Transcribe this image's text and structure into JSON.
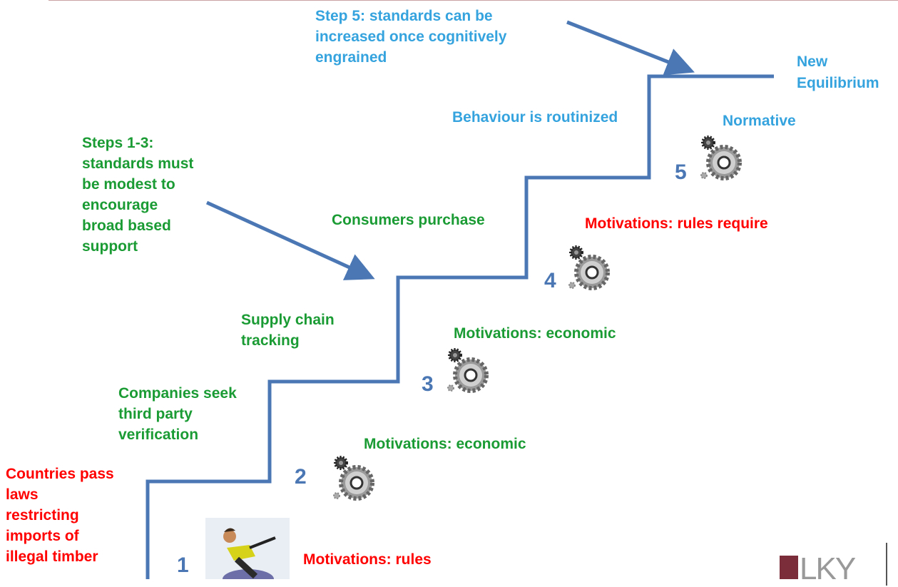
{
  "labels": {
    "step5": [
      "Step 5: standards can be",
      "increased once cognitively",
      "engrained"
    ],
    "new_equilibrium": [
      "New",
      "Equilibrium"
    ],
    "behaviour": "Behaviour is routinized",
    "normative": "Normative",
    "steps13": [
      "Steps 1-3:",
      "standards must",
      "be modest to",
      "encourage",
      "broad based",
      "support"
    ],
    "consumers": "Consumers purchase",
    "motivations_rules_require": "Motivations: rules require",
    "supply_chain": [
      "Supply chain",
      "tracking"
    ],
    "motivations_economic_3": "Motivations: economic",
    "companies": [
      "Companies seek",
      "third party",
      "verification"
    ],
    "motivations_economic_2": "Motivations: economic",
    "countries": [
      "Countries pass",
      "laws",
      "restricting",
      "imports of",
      "illegal timber"
    ],
    "motivations_rules": "Motivations: rules"
  },
  "steps": [
    "1",
    "2",
    "3",
    "4",
    "5"
  ],
  "logo": {
    "text": "LKY"
  },
  "colors": {
    "green": "#1a9b33",
    "blue_text": "#35a3de",
    "red": "#ff0000",
    "staircase": "#4b78b4",
    "logo_maroon": "#7b2d3a"
  }
}
